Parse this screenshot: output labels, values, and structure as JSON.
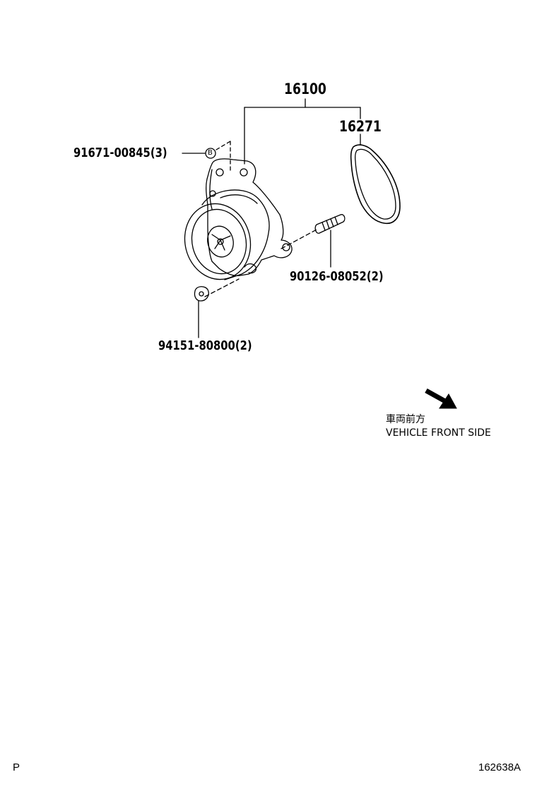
{
  "parts": {
    "assembly": "16100",
    "gasket": "16271",
    "bolt": "91671-00845(3)",
    "stud": "90126-08052(2)",
    "nut": "94151-80800(2)",
    "bolt_marker": "B"
  },
  "direction": {
    "jp": "車両前方",
    "en": "VEHICLE FRONT SIDE"
  },
  "footer": {
    "left": "P",
    "right": "162638A"
  }
}
